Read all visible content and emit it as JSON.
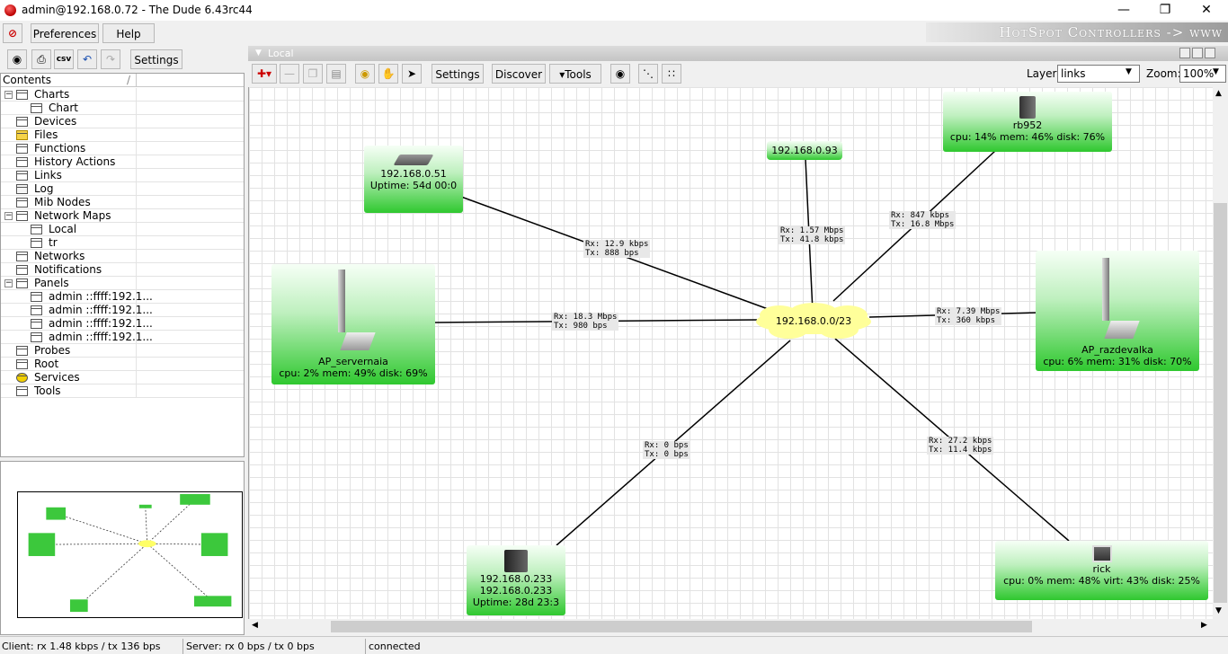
{
  "window": {
    "title": "admin@192.168.0.72 - The Dude 6.43rc44"
  },
  "menubar": {
    "preferences": "Preferences",
    "help": "Help"
  },
  "banner": {
    "text": "HotSpot Controllers -> www"
  },
  "left_toolbar": {
    "csv": "csv",
    "settings": "Settings"
  },
  "tree": {
    "header": "Contents",
    "sort_arrow": "/",
    "items": [
      {
        "label": "Charts",
        "indent": 0,
        "expander": "−"
      },
      {
        "label": "Chart",
        "indent": 1
      },
      {
        "label": "Devices",
        "indent": 0
      },
      {
        "label": "Files",
        "indent": 0
      },
      {
        "label": "Functions",
        "indent": 0
      },
      {
        "label": "History Actions",
        "indent": 0
      },
      {
        "label": "Links",
        "indent": 0
      },
      {
        "label": "Log",
        "indent": 0
      },
      {
        "label": "Mib Nodes",
        "indent": 0
      },
      {
        "label": "Network Maps",
        "indent": 0,
        "expander": "−"
      },
      {
        "label": "Local",
        "indent": 1
      },
      {
        "label": "tr",
        "indent": 1
      },
      {
        "label": "Networks",
        "indent": 0
      },
      {
        "label": "Notifications",
        "indent": 0
      },
      {
        "label": "Panels",
        "indent": 0,
        "expander": "−"
      },
      {
        "label": "admin ::ffff:192.1...",
        "indent": 1
      },
      {
        "label": "admin ::ffff:192.1...",
        "indent": 1
      },
      {
        "label": "admin ::ffff:192.1...",
        "indent": 1
      },
      {
        "label": "admin ::ffff:192.1...",
        "indent": 1
      },
      {
        "label": "Probes",
        "indent": 0
      },
      {
        "label": "Root",
        "indent": 0
      },
      {
        "label": "Services",
        "indent": 0
      },
      {
        "label": "Tools",
        "indent": 0
      }
    ]
  },
  "map": {
    "title": "Local",
    "toolbar": {
      "settings": "Settings",
      "discover": "Discover",
      "tools": "Tools"
    },
    "layer_label": "Layer:",
    "layer_value": "links",
    "zoom_label": "Zoom:",
    "zoom_value": "100%",
    "cloud": {
      "label": "192.168.0.0/23"
    },
    "nodes": [
      {
        "id": "n051",
        "lines": [
          "192.168.0.51",
          "Uptime: 54d 00:0"
        ]
      },
      {
        "id": "n093",
        "lines": [
          "192.168.0.93"
        ]
      },
      {
        "id": "rb952",
        "lines": [
          "rb952",
          "cpu: 14% mem: 46% disk: 76%"
        ]
      },
      {
        "id": "apserv",
        "lines": [
          "AP_servernaia",
          "cpu: 2% mem: 49% disk: 69%"
        ]
      },
      {
        "id": "apraz",
        "lines": [
          "AP_razdevalka",
          "cpu: 6% mem: 31% disk: 70%"
        ]
      },
      {
        "id": "n233",
        "lines": [
          "192.168.0.233",
          "192.168.0.233",
          "Uptime: 28d 23:3"
        ]
      },
      {
        "id": "rick",
        "lines": [
          "rick",
          "cpu: 0% mem: 48% virt: 43% disk: 25%"
        ]
      }
    ],
    "links": [
      {
        "rx": "Rx: 12.9 kbps",
        "tx": "Tx: 888 bps"
      },
      {
        "rx": "Rx: 1.57 Mbps",
        "tx": "Tx: 41.8 kbps"
      },
      {
        "rx": "Rx: 847 kbps",
        "tx": "Tx: 16.8 Mbps"
      },
      {
        "rx": "Rx: 18.3 Mbps",
        "tx": "Tx: 980 bps"
      },
      {
        "rx": "Rx: 7.39 Mbps",
        "tx": "Tx: 360 kbps"
      },
      {
        "rx": "Rx: 0 bps",
        "tx": "Tx: 0 bps"
      },
      {
        "rx": "Rx: 27.2 kbps",
        "tx": "Tx: 11.4 kbps"
      }
    ]
  },
  "status": {
    "client": "Client: rx 1.48 kbps / tx 136 bps",
    "server": "Server: rx 0 bps / tx 0 bps",
    "connection": "connected"
  }
}
